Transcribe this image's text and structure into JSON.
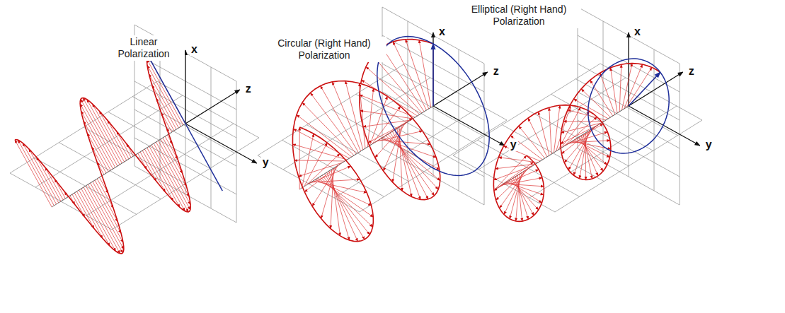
{
  "diagram": {
    "labels": [
      "Linear Polarization",
      "x",
      "z",
      "y",
      "Circular (Right Hand) Polarization",
      "x",
      "z",
      "y",
      "Elliptical (Right Hand) Polarization",
      "x",
      "z",
      "y"
    ]
  }
}
